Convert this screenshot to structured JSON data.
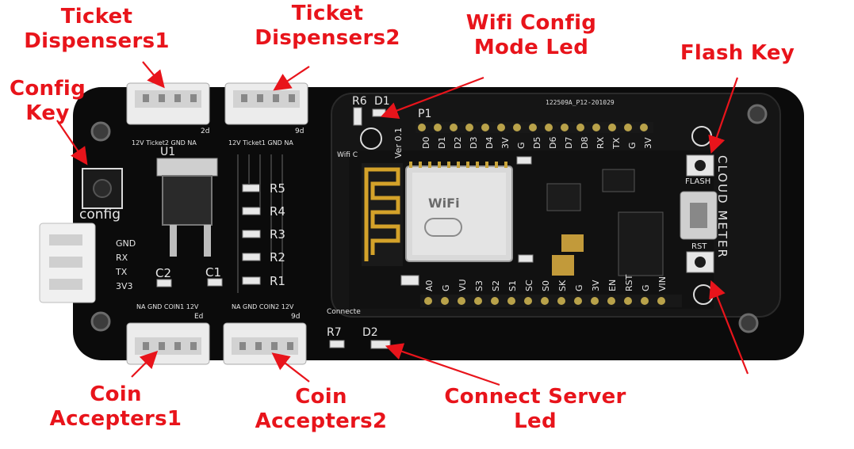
{
  "colors": {
    "callout_text": "#e8141b",
    "arrow": "#e8141b",
    "pcb": "#0b0b0b",
    "silkscreen": "#e6e6e6",
    "connector": "#ececec",
    "module_shield": "#d9d9d9",
    "antenna": "#d4a22a"
  },
  "callouts": {
    "ticket1": [
      "Ticket",
      "Dispensers1"
    ],
    "ticket2": [
      "Ticket",
      "Dispensers2"
    ],
    "wifi_led": [
      "Wifi Config",
      "Mode Led"
    ],
    "flash_key": [
      "Flash Key"
    ],
    "config_key": [
      "Config",
      "Key"
    ],
    "coin1": [
      "Coin",
      "Accepters1"
    ],
    "coin2": [
      "Coin",
      "Accepters2"
    ],
    "server_led": [
      "Connect Server",
      "Led"
    ]
  },
  "board": {
    "config_label": "config",
    "u1": "U1",
    "resistors": [
      "R5",
      "R4",
      "R3",
      "R2",
      "R1"
    ],
    "c2": "C2",
    "c1": "C1",
    "r6": "R6",
    "d1": "D1",
    "p1": "P1",
    "r7": "R7",
    "d2": "D2",
    "uart_pins": [
      "GND",
      "RX",
      "TX",
      "3V3"
    ],
    "ticket2_header": "12V Ticket2 GND NA",
    "ticket1_header": "12V Ticket1 GND NA",
    "ticket2_tag": "2d",
    "ticket1_tag": "9d",
    "coin1_header": "NA GND COIN1 12V",
    "coin2_header": "NA GND COIN2 12V",
    "coin1_tag": "Ed",
    "coin2_tag": "9d",
    "top_pins": [
      "D0",
      "D1",
      "D2",
      "D3",
      "D4",
      "3V",
      "G",
      "D5",
      "D6",
      "D7",
      "D8",
      "RX",
      "TX",
      "G",
      "3V"
    ],
    "bottom_pins": [
      "A0",
      "G",
      "VU",
      "S3",
      "S2",
      "S1",
      "SC",
      "S0",
      "SK",
      "G",
      "3V",
      "EN",
      "RST",
      "G",
      "VIN"
    ],
    "version": "Ver 0.1",
    "flash_label": "FLASH",
    "rst_label": "RST",
    "cloud_meter": "CLOUD METER",
    "part_code": "122509A_P12-201029",
    "wifi_label": "Wifi C",
    "connect_label": "Connecte",
    "module_text": "WiFi"
  }
}
